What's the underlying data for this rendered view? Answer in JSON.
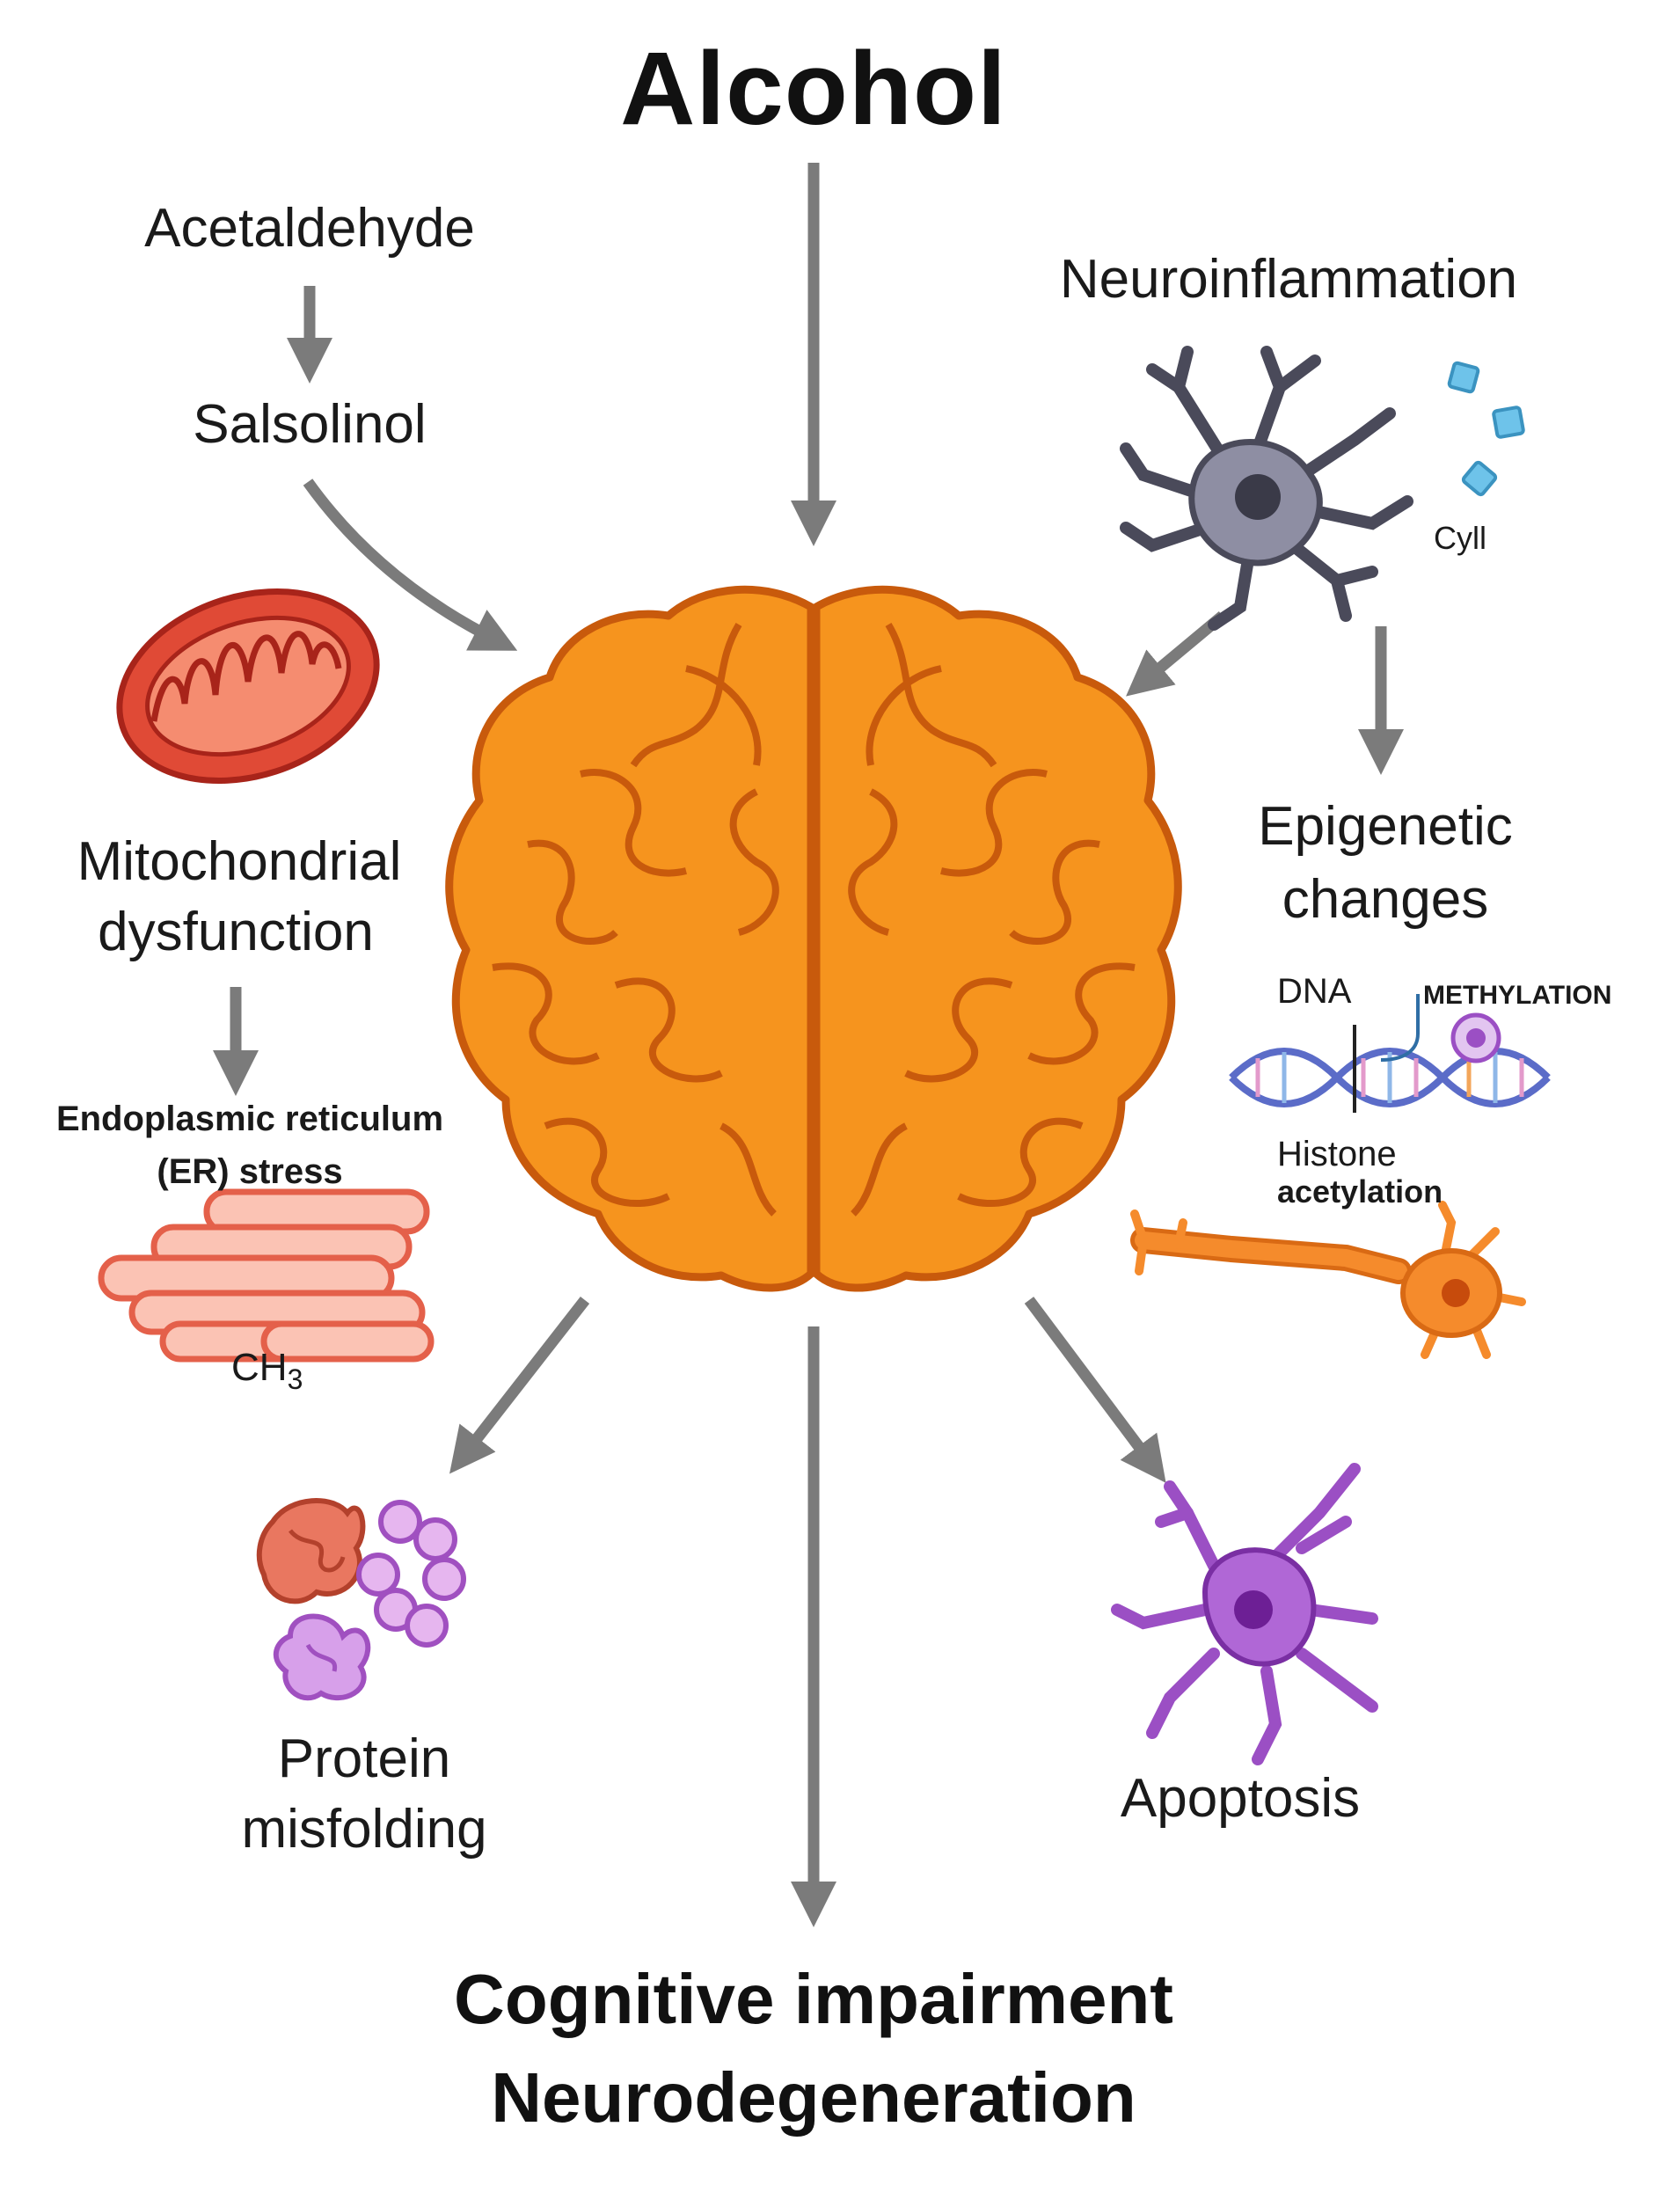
{
  "title": "Alcohol",
  "nodes": {
    "acetaldehyde": "Acetaldehyde",
    "salsolinol": "Salsolinol",
    "neuroinflammation": "Neuroinflammation",
    "cell_label": "Cyll",
    "mitochondrial": [
      "Mitochondrial",
      "dysfunction"
    ],
    "er_stress": [
      "Endoplasmic reticulum",
      "(ER) stress"
    ],
    "ch3_main": "CH",
    "ch3_sub": "3",
    "epigenetic": [
      "Epigenetic",
      "changes"
    ],
    "dna": "DNA",
    "methylation": "METHYLATION",
    "histone": "Histone",
    "acetylation": "acetylation",
    "protein": [
      "Protein",
      "misfolding"
    ],
    "apoptosis": "Apoptosis"
  },
  "outcome": [
    "Cognitive impairment",
    "Neurodegeneration"
  ],
  "colors": {
    "arrow": "#7b7b7b",
    "brain_fill": "#f6941e",
    "brain_stroke": "#c85a0c",
    "mito_fill": "#e04a36",
    "mito_inner": "#f58c70",
    "er_fill": "#fbc3b4",
    "er_stroke": "#e4604a",
    "microglia": "#6e6e80",
    "neuron_orange": "#f58b2c",
    "neuron_purple": "#9b4fc4",
    "protein_pink": "#e97760",
    "protein_purple": "#c58ad8",
    "dna_blue": "#5b6cc8",
    "cube_blue": "#6ec3ea"
  },
  "icons": [
    "microglia-icon",
    "mitochondrion-icon",
    "er-icon",
    "dna-helix-icon",
    "neuron-icon",
    "apoptotic-neuron-icon",
    "misfolded-protein-icon",
    "brain-icon"
  ]
}
